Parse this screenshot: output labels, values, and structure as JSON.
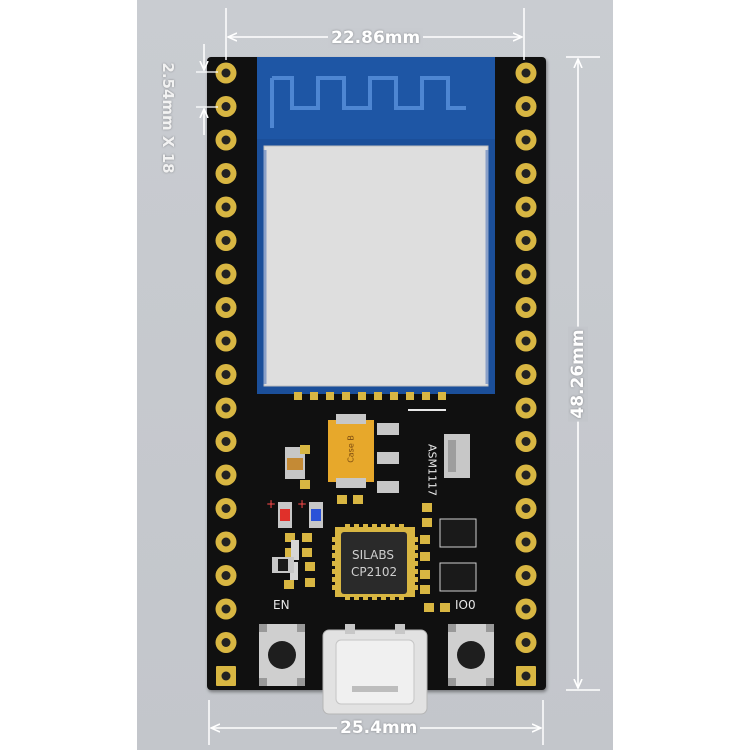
{
  "dimensions": {
    "top_width": "22.86mm",
    "bottom_width": "25.4mm",
    "height": "48.26mm",
    "pitch": "2.54mm X 18"
  },
  "silkscreen": {
    "chip_brand": "SILABS",
    "chip_model": "CP2102",
    "regulator_label": "ASM1117",
    "capacitor_label": "Case B",
    "en_label": "EN",
    "io0_label": "IO0"
  },
  "colors": {
    "board": "#101010",
    "gold": "#d8b642",
    "antenna_blue": "#1e56a5",
    "shield": "#dedede",
    "tantalum": "#e7a82b",
    "led_red": "#e0302a",
    "led_blue": "#2a52d8"
  },
  "pins": {
    "per_side": 19
  }
}
